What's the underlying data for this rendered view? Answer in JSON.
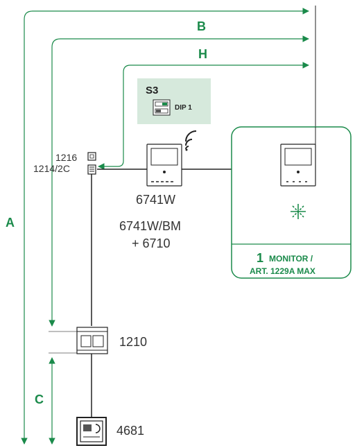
{
  "colors": {
    "green": "#1a8a4a",
    "line": "#222222",
    "s3_panel": "#d6e9dc",
    "arrow": "#1a8a4a"
  },
  "dimensions": {
    "a": "A",
    "b": "B",
    "h": "H",
    "c": "C"
  },
  "s3": {
    "title": "S3",
    "dip": "DIP 1"
  },
  "devices": {
    "d1216": "1216",
    "d1214": "1214/2C",
    "monitor_main": "6741W",
    "monitor_alt_line1": "6741W/BM",
    "monitor_alt_line2": "+ 6710",
    "power": "1210",
    "panel": "4681"
  },
  "group": {
    "count": "1",
    "line1": "MONITOR /",
    "line2": "ART. 1229A MAX"
  },
  "icons": {
    "wifi": "wifi-icon",
    "expansion": "expansion-asterisk-icon"
  }
}
